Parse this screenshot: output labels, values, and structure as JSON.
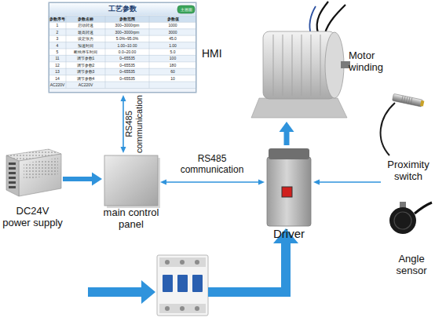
{
  "diagram": {
    "nodes": [
      {
        "text": [
          "HMI"
        ]
      },
      {
        "text": [
          "main control panel"
        ]
      },
      {
        "text": [
          "DC24V power supply"
        ]
      },
      {
        "text": [
          "Driver"
        ]
      },
      {
        "text": [
          "Motor winding"
        ]
      },
      {
        "text": [
          "Proximity switch"
        ]
      },
      {
        "text": [
          "Angle sensor"
        ]
      }
    ],
    "edges": [
      {
        "from": 0,
        "to": 1,
        "arrow": "both",
        "label": "RS485 communication"
      },
      {
        "from": 2,
        "to": 1,
        "arrow": "to"
      },
      {
        "from": 1,
        "to": 3,
        "arrow": "both",
        "label": "RS485 communication"
      },
      {
        "from": 3,
        "to": 4,
        "arrow": "to"
      },
      {
        "from": 5,
        "to": 3,
        "arrow": "to"
      }
    ],
    "labels": [
      "工艺参数",
      "主画面",
      "参数序号",
      "参数名称",
      "参数范围",
      "参数值",
      "1",
      "启动转速",
      "300~3000rpm",
      "1000",
      "2",
      "最高转速",
      "300~3000rpm",
      "3000",
      "3",
      "设定张力",
      "5.0%~95.0%",
      "45.0",
      "4",
      "加速时间",
      "1.00~10.00",
      "1.00",
      "5",
      "断线停车时间",
      "0.0~20.00",
      "5.0",
      "11",
      "调节参数1",
      "0~65535",
      "100",
      "12",
      "调节参数2",
      "0~65535",
      "180",
      "13",
      "调节参数3",
      "0~65535",
      "60",
      "14",
      "调节参数4",
      "0~65535",
      "10",
      "AC220V",
      "AC220V"
    ]
  }
}
